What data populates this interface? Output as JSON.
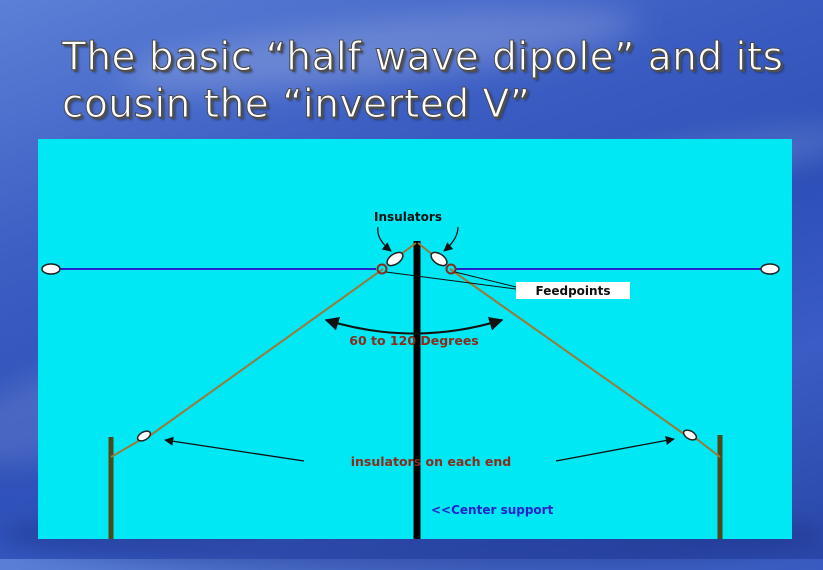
{
  "slide": {
    "title_line1": "The basic “half wave dipole” and its",
    "title_line2": "cousin the “inverted V”"
  },
  "diagram": {
    "label_insulators": "Insulators",
    "label_feedpoints": "Feedpoints",
    "label_angle": "60 to 120 Degrees",
    "label_end_insulators": "insulators on each end",
    "label_center_support": "<<Center support"
  },
  "colors": {
    "panel_background": "#00e8f4",
    "dipole_wire": "#2222cc",
    "inverted_v_wire": "#9a7a3a",
    "mast": "#000000",
    "end_pole": "#4a4a1a",
    "label_text": "#8b2b1b",
    "center_support_text": "#2222cc"
  }
}
